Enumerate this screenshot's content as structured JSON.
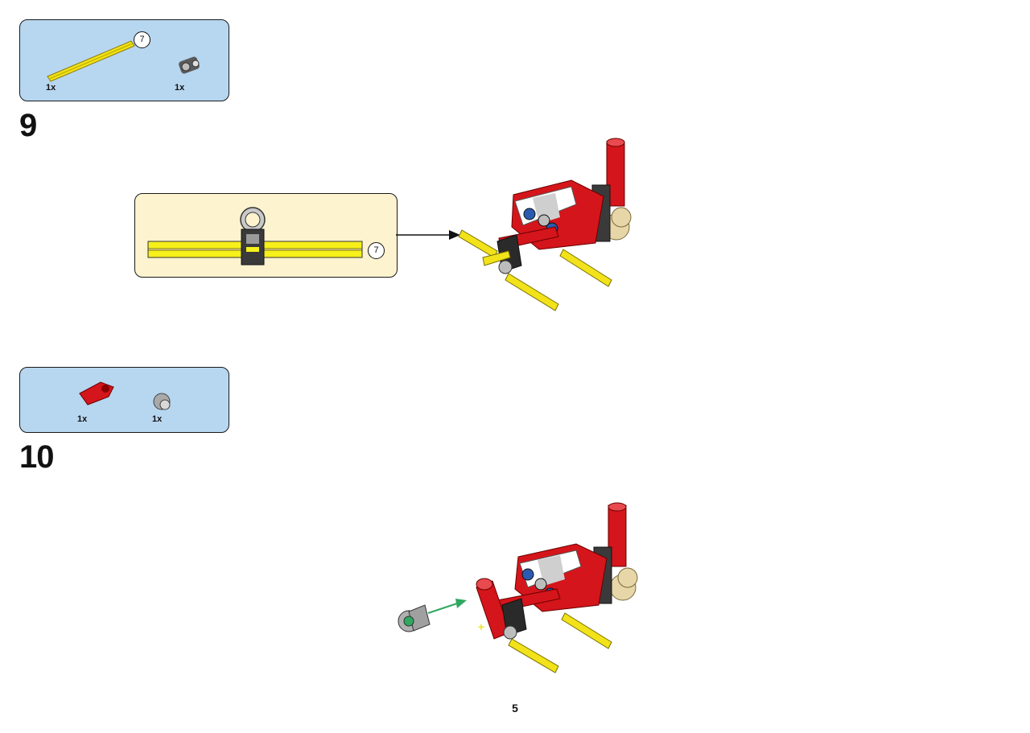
{
  "steps": [
    {
      "number": "9",
      "parts": [
        {
          "name": "yellow-axle",
          "qty": "1x",
          "length_badge": "7"
        },
        {
          "name": "gray-connector",
          "qty": "1x"
        }
      ],
      "callout_length_badge": "7"
    },
    {
      "number": "10",
      "parts": [
        {
          "name": "red-crank-arm",
          "qty": "1x"
        },
        {
          "name": "gray-bush",
          "qty": "1x"
        }
      ]
    }
  ],
  "page_number": "5",
  "colors": {
    "parts_box": "#b7d6f0",
    "callout_box": "#fdf3cf",
    "brick_red": "#d4151b",
    "axle_yellow": "#f2e21a",
    "arrow_green": "#2fa860"
  }
}
